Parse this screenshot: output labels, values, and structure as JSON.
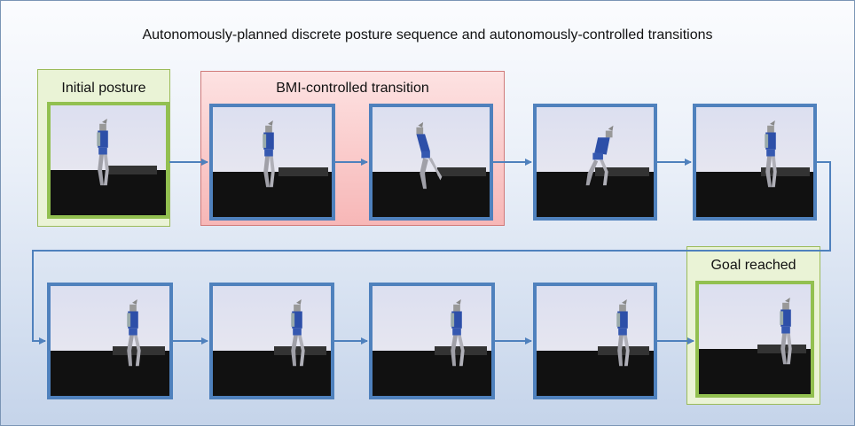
{
  "title": "Autonomously-planned discrete posture sequence and autonomously-controlled transitions",
  "groups": {
    "initial": "Initial posture",
    "bmi": "BMI-controlled transition",
    "goal": "Goal reached"
  },
  "colors": {
    "frame_border": "#4f81bd",
    "goal_border": "#92c050",
    "initial_bg": "#eaf3d6",
    "bmi_bg": "#f7b7b7",
    "arrow": "#4f81bd"
  },
  "frames": {
    "row1": [
      "initial-posture",
      "bmi-transition-1",
      "bmi-transition-2",
      "autonomous-4",
      "autonomous-5"
    ],
    "row2": [
      "autonomous-6",
      "autonomous-7",
      "autonomous-8",
      "autonomous-9",
      "goal-posture"
    ]
  }
}
